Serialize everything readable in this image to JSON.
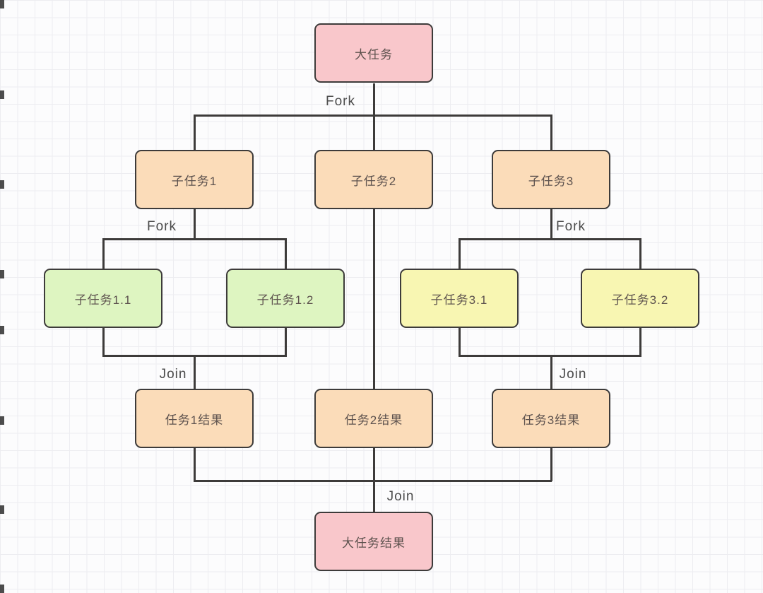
{
  "nodes": {
    "big_task": {
      "label": "大任务",
      "fill": "#f9c7cb"
    },
    "sub_task_1": {
      "label": "子任务1",
      "fill": "#fbdcb9"
    },
    "sub_task_2": {
      "label": "子任务2",
      "fill": "#fbdcb9"
    },
    "sub_task_3": {
      "label": "子任务3",
      "fill": "#fbdcb9"
    },
    "sub_task_1_1": {
      "label": "子任务1.1",
      "fill": "#def5c1"
    },
    "sub_task_1_2": {
      "label": "子任务1.2",
      "fill": "#def5c1"
    },
    "sub_task_3_1": {
      "label": "子任务3.1",
      "fill": "#f8f6b2"
    },
    "sub_task_3_2": {
      "label": "子任务3.2",
      "fill": "#f8f6b2"
    },
    "task_1_result": {
      "label": "任务1结果",
      "fill": "#fbdcb9"
    },
    "task_2_result": {
      "label": "任务2结果",
      "fill": "#fbdcb9"
    },
    "task_3_result": {
      "label": "任务3结果",
      "fill": "#fbdcb9"
    },
    "big_task_result": {
      "label": "大任务结果",
      "fill": "#f9c7cb"
    }
  },
  "edge_labels": {
    "fork_top": "Fork",
    "fork_left": "Fork",
    "fork_right": "Fork",
    "join_left": "Join",
    "join_right": "Join",
    "join_bottom": "Join"
  },
  "colors": {
    "connector_line": "#3d3b3a",
    "node_border": "#3d3b3a",
    "node_text": "#5d524e",
    "edge_label_text": "#4c4c4c",
    "grid_line": "#ededf1",
    "background": "#fcfcfd",
    "pink": "#f9c7cb",
    "peach": "#fbdcb9",
    "green": "#def5c1",
    "yellow": "#f8f6b2"
  }
}
